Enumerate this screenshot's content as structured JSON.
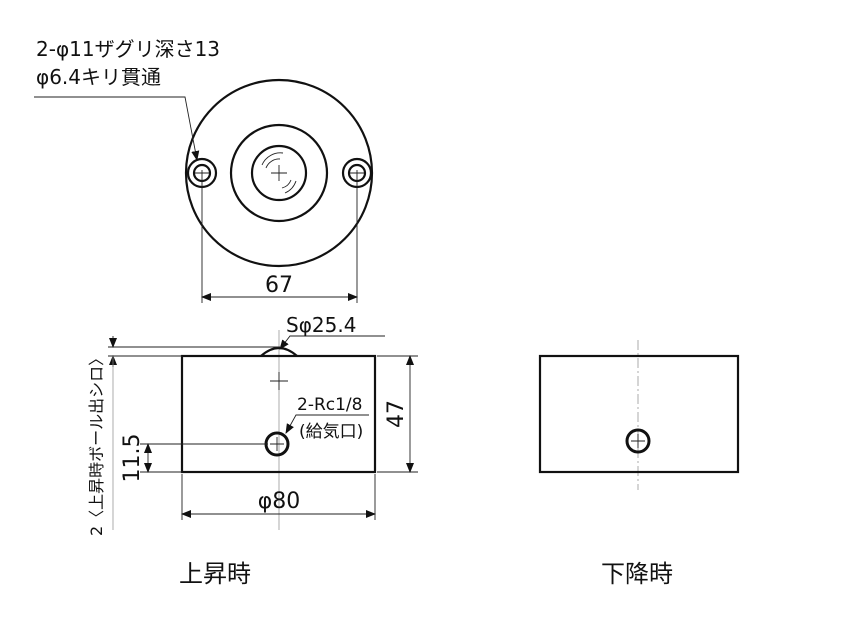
{
  "top_view": {
    "note_line1": "2-φ11ザグリ深さ13",
    "note_line2": "φ6.4キリ貫通",
    "dim_hole_pitch": "67"
  },
  "side_view_up": {
    "dim_ball": "Sφ25.4",
    "dim_port_line1": "2-Rc1/8",
    "dim_port_line2": "(給気口)",
    "dim_height": "47",
    "dim_port_height": "11.5",
    "dim_diameter": "φ80",
    "dim_ball_protrusion": "2〈上昇時ボール出シロ〉",
    "caption": "上昇時"
  },
  "side_view_down": {
    "caption": "下降時"
  }
}
